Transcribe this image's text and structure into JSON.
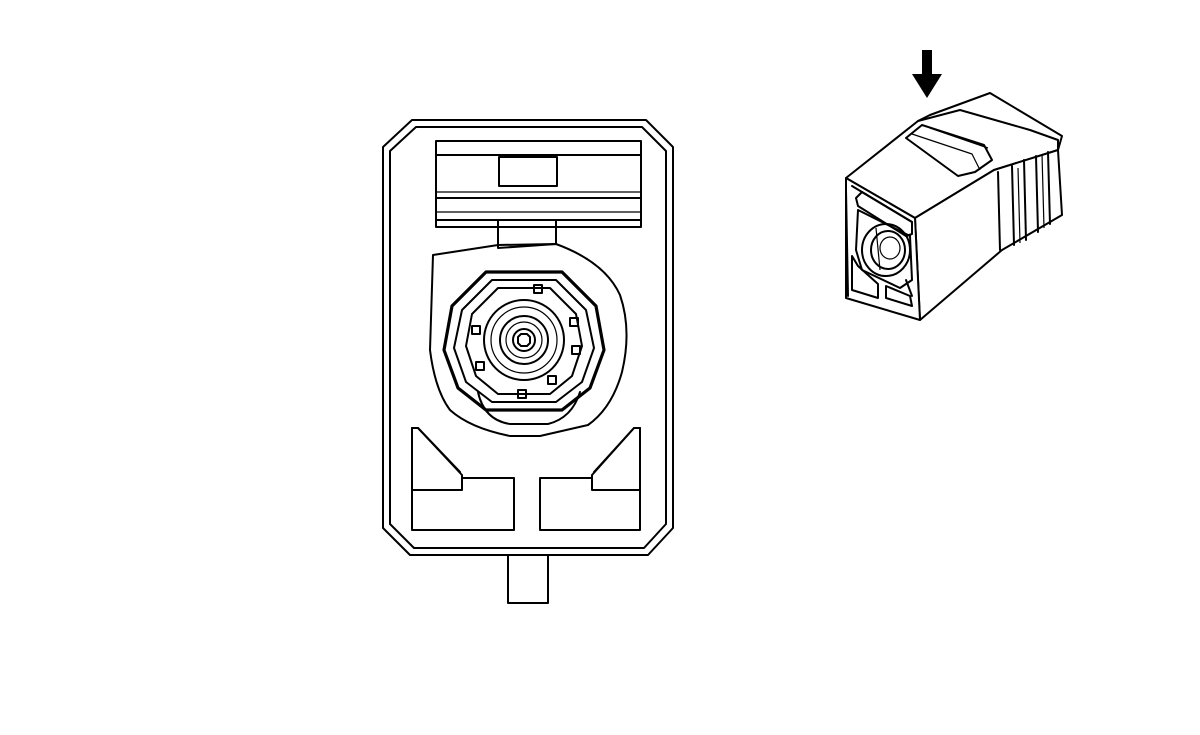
{
  "figure": {
    "kind": "connector-line-drawing",
    "views": [
      "connector-face-view",
      "connector-isometric-view"
    ],
    "indicator": "arrow-down-icon",
    "stroke_color": "#000000",
    "background_color": "#ffffff"
  }
}
